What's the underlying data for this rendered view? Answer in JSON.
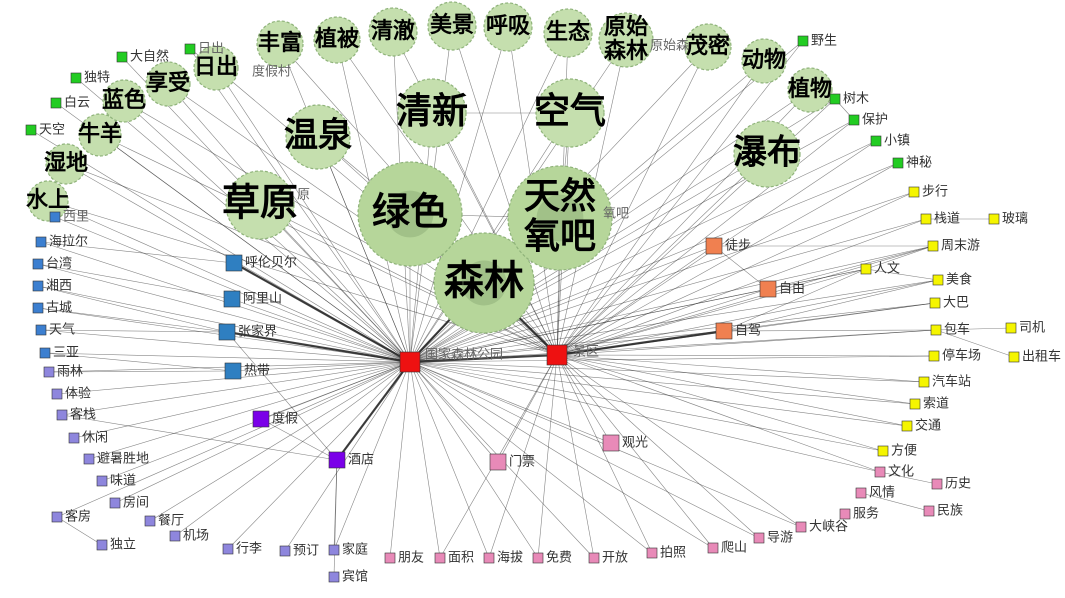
{
  "colors": {
    "bubble": "#c5dfae",
    "bubble_mid": "#b6d69a",
    "bubble_dark": "#8fb07a",
    "green_sq": "#22cc22",
    "yellow_sq": "#f5f500",
    "orange_sq": "#f08050",
    "blue_sq": "#2f7fc1",
    "lightblue_sq": "#3c7fd0",
    "lavender_sq": "#8e86dd",
    "purple_sq": "#7a00e8",
    "pink_sq": "#e88ab8",
    "red_sq": "#ee1111",
    "label_gray": "#666666"
  },
  "hubs": [
    {
      "id": "h1",
      "label": "国家森林公园"
    },
    {
      "id": "h2",
      "label": "景区"
    }
  ],
  "bubbles": [
    {
      "id": "b_senlin",
      "label": "森林"
    },
    {
      "id": "b_lvse",
      "label": "绿色"
    },
    {
      "id": "b_tianran",
      "label": "天然氧吧"
    },
    {
      "id": "b_kongqi",
      "label": "空气"
    },
    {
      "id": "b_qingxin",
      "label": "清新"
    },
    {
      "id": "b_wenquan",
      "label": "温泉"
    },
    {
      "id": "b_caoyuan",
      "label": "草原"
    },
    {
      "id": "b_pubu",
      "label": "瀑布"
    },
    {
      "id": "b_shuishang",
      "label": "水上"
    },
    {
      "id": "b_shidi",
      "label": "湿地"
    },
    {
      "id": "b_niuyang",
      "label": "牛羊"
    },
    {
      "id": "b_lanse",
      "label": "蓝色"
    },
    {
      "id": "b_xiangshou",
      "label": "享受"
    },
    {
      "id": "b_richu",
      "label": "日出"
    },
    {
      "id": "b_fengfu",
      "label": "丰富"
    },
    {
      "id": "b_zhibei",
      "label": "植被"
    },
    {
      "id": "b_qingche",
      "label": "清澈"
    },
    {
      "id": "b_meijing",
      "label": "美景"
    },
    {
      "id": "b_huxi",
      "label": "呼吸"
    },
    {
      "id": "b_shengtai",
      "label": "生态"
    },
    {
      "id": "b_yuanshi",
      "label": "原始森林"
    },
    {
      "id": "b_maomi",
      "label": "茂密"
    },
    {
      "id": "b_dongwu",
      "label": "动物"
    },
    {
      "id": "b_zhiwu",
      "label": "植物"
    }
  ],
  "nodes": [
    {
      "id": "n_dazi",
      "label": "大自然"
    },
    {
      "id": "n_richu_s",
      "label": "日出"
    },
    {
      "id": "n_dujia_s",
      "label": "度假村"
    },
    {
      "id": "n_yuanshi_s",
      "label": "原始森"
    },
    {
      "id": "n_yesheng",
      "label": "野生"
    },
    {
      "id": "n_dute",
      "label": "独特"
    },
    {
      "id": "n_baiyun",
      "label": "白云"
    },
    {
      "id": "n_tiankong",
      "label": "天空"
    },
    {
      "id": "n_shumu",
      "label": "树木"
    },
    {
      "id": "n_baohu",
      "label": "保护"
    },
    {
      "id": "n_xiaozhen",
      "label": "小镇"
    },
    {
      "id": "n_shenmi",
      "label": "神秘"
    },
    {
      "id": "n_yangba",
      "label": "氧吧"
    },
    {
      "id": "n_yuan",
      "label": "原"
    },
    {
      "id": "n_xilili",
      "label": "西里"
    },
    {
      "id": "n_hailaer",
      "label": "海拉尔"
    },
    {
      "id": "n_taiwan",
      "label": "台湾"
    },
    {
      "id": "n_xiangxi",
      "label": "湘西"
    },
    {
      "id": "n_gucheng",
      "label": "古城"
    },
    {
      "id": "n_tianqi",
      "label": "天气"
    },
    {
      "id": "n_sanya",
      "label": "三亚"
    },
    {
      "id": "n_yulin",
      "label": "雨林"
    },
    {
      "id": "n_hulunbeier",
      "label": "呼伦贝尔"
    },
    {
      "id": "n_alishan",
      "label": "阿里山"
    },
    {
      "id": "n_zhangjiajie",
      "label": "张家界"
    },
    {
      "id": "n_redai",
      "label": "热带"
    },
    {
      "id": "n_tiyan",
      "label": "体验"
    },
    {
      "id": "n_kezhan",
      "label": "客栈"
    },
    {
      "id": "n_xiuxian",
      "label": "休闲"
    },
    {
      "id": "n_bishu",
      "label": "避暑胜地"
    },
    {
      "id": "n_weidao",
      "label": "味道"
    },
    {
      "id": "n_fangjian",
      "label": "房间"
    },
    {
      "id": "n_kefang",
      "label": "客房"
    },
    {
      "id": "n_canting",
      "label": "餐厅"
    },
    {
      "id": "n_duli",
      "label": "独立"
    },
    {
      "id": "n_jichang",
      "label": "机场"
    },
    {
      "id": "n_xingli",
      "label": "行李"
    },
    {
      "id": "n_yuding",
      "label": "预订"
    },
    {
      "id": "n_jiating",
      "label": "家庭"
    },
    {
      "id": "n_binguan",
      "label": "宾馆"
    },
    {
      "id": "n_dujia",
      "label": "度假"
    },
    {
      "id": "n_jiudian",
      "label": "酒店"
    },
    {
      "id": "n_pengyou",
      "label": "朋友"
    },
    {
      "id": "n_mianji",
      "label": "面积"
    },
    {
      "id": "n_haiba",
      "label": "海拔"
    },
    {
      "id": "n_mianfei",
      "label": "免费"
    },
    {
      "id": "n_kaifang",
      "label": "开放"
    },
    {
      "id": "n_paizhao",
      "label": "拍照"
    },
    {
      "id": "n_pashan",
      "label": "爬山"
    },
    {
      "id": "n_daoyou",
      "label": "导游"
    },
    {
      "id": "n_daxiagu",
      "label": "大峡谷"
    },
    {
      "id": "n_fuwu",
      "label": "服务"
    },
    {
      "id": "n_fengqing",
      "label": "风情"
    },
    {
      "id": "n_wenhua",
      "label": "文化"
    },
    {
      "id": "n_lishi",
      "label": "历史"
    },
    {
      "id": "n_minzu",
      "label": "民族"
    },
    {
      "id": "n_menpiao",
      "label": "门票"
    },
    {
      "id": "n_guanguang",
      "label": "观光"
    },
    {
      "id": "n_tubu",
      "label": "徒步"
    },
    {
      "id": "n_ziyou",
      "label": "自由"
    },
    {
      "id": "n_zijia",
      "label": "自驾"
    },
    {
      "id": "n_buxing",
      "label": "步行"
    },
    {
      "id": "n_zhandao",
      "label": "栈道"
    },
    {
      "id": "n_boli",
      "label": "玻璃"
    },
    {
      "id": "n_zhoumoyou",
      "label": "周末游"
    },
    {
      "id": "n_renwen",
      "label": "人文"
    },
    {
      "id": "n_meishi",
      "label": "美食"
    },
    {
      "id": "n_daba",
      "label": "大巴"
    },
    {
      "id": "n_baoche",
      "label": "包车"
    },
    {
      "id": "n_siji",
      "label": "司机"
    },
    {
      "id": "n_chuzuche",
      "label": "出租车"
    },
    {
      "id": "n_tingchechang",
      "label": "停车场"
    },
    {
      "id": "n_qichezhan",
      "label": "汽车站"
    },
    {
      "id": "n_suodao",
      "label": "索道"
    },
    {
      "id": "n_jiaotong",
      "label": "交通"
    },
    {
      "id": "n_fangbian",
      "label": "方便"
    }
  ]
}
